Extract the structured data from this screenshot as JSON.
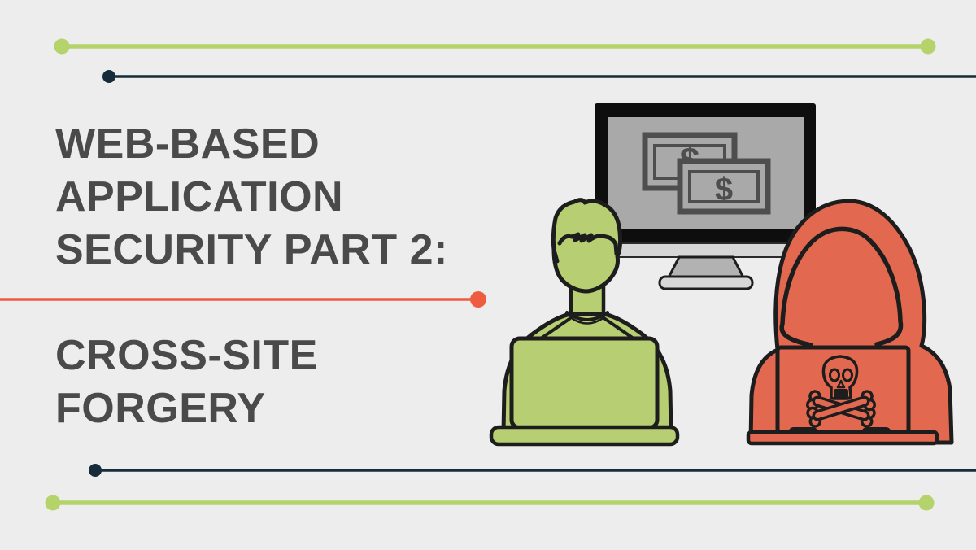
{
  "banner": {
    "title": {
      "lines": [
        "WEB-BASED",
        "APPLICATION",
        "SECURITY PART 2:"
      ]
    },
    "subtitle": {
      "lines": [
        "CROSS-SITE",
        "FORGERY"
      ]
    }
  },
  "illustration": {
    "monitor": {
      "bill1_symbol": "$",
      "bill2_symbol": "$"
    },
    "icons": [
      "monitor-icon",
      "dollar-bills-icon",
      "developer-user-icon",
      "laptop-icon",
      "hacker-hoodie-icon",
      "skull-crossbones-icon",
      "accent-line-green-top",
      "accent-line-navy-top",
      "accent-line-red-middle",
      "accent-line-navy-bottom",
      "accent-line-green-bottom"
    ]
  },
  "colors": {
    "background": "#ededed",
    "title_text": "#4a4a4a",
    "accent_green": "#b5d36b",
    "accent_navy": "#152c3a",
    "accent_red": "#ef5b41",
    "figure_green": "#b7cf72",
    "figure_red": "#e2694f",
    "outline_black": "#1d1d1d",
    "screen_gray": "#a9a9a9"
  }
}
